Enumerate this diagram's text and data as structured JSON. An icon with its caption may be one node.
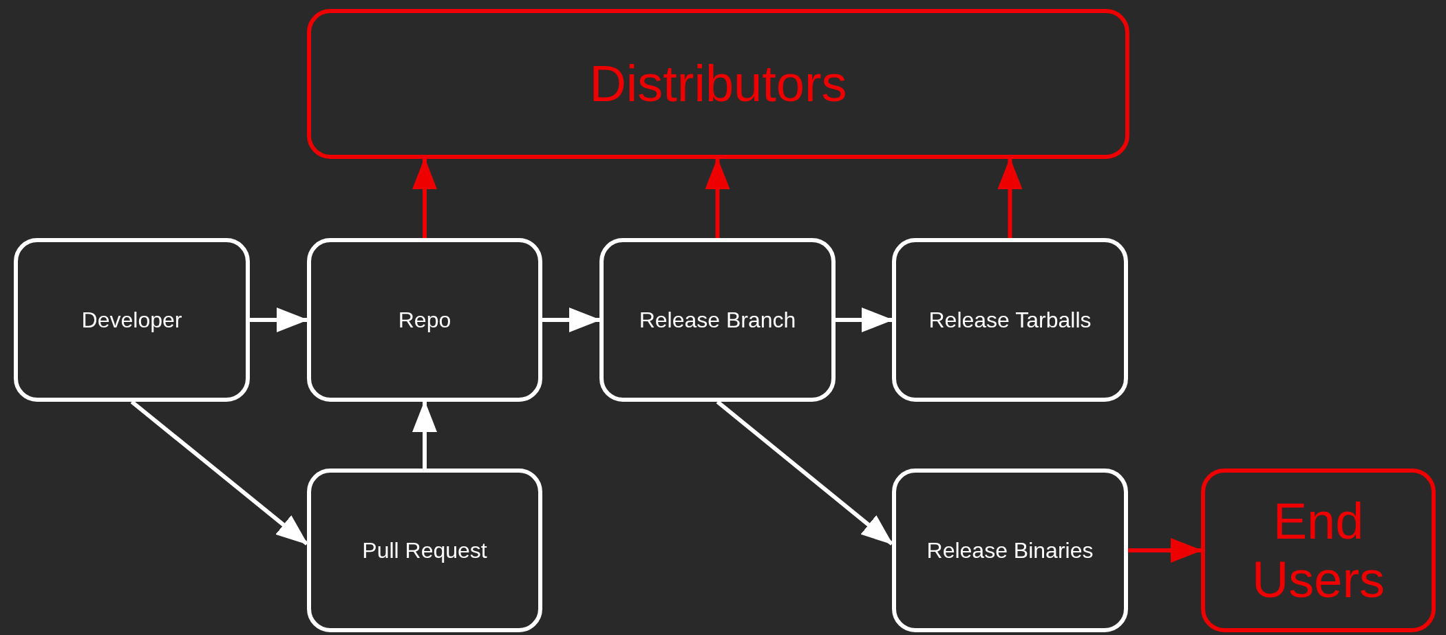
{
  "diagram": {
    "nodes": [
      {
        "text": [
          "Distributors"
        ]
      },
      {
        "text": [
          "Developer"
        ]
      },
      {
        "text": [
          "Repo"
        ]
      },
      {
        "text": [
          "Release Branch"
        ]
      },
      {
        "text": [
          "Release Tarballs"
        ]
      },
      {
        "text": [
          "Pull Request"
        ]
      },
      {
        "text": [
          "Release Binaries"
        ]
      },
      {
        "text": [
          "End Users"
        ]
      }
    ],
    "edges": [
      {
        "from": 1,
        "to": 2,
        "arrow": "to"
      },
      {
        "from": 1,
        "to": 5,
        "arrow": "to"
      },
      {
        "from": 5,
        "to": 2,
        "arrow": "to"
      },
      {
        "from": 2,
        "to": 3,
        "arrow": "to"
      },
      {
        "from": 3,
        "to": 4,
        "arrow": "to"
      },
      {
        "from": 3,
        "to": 6,
        "arrow": "to"
      },
      {
        "from": 2,
        "to": 0,
        "arrow": "to",
        "color": "#ee0000"
      },
      {
        "from": 3,
        "to": 0,
        "arrow": "to",
        "color": "#ee0000"
      },
      {
        "from": 4,
        "to": 0,
        "arrow": "to",
        "color": "#ee0000"
      },
      {
        "from": 6,
        "to": 7,
        "arrow": "to",
        "color": "#ee0000"
      }
    ]
  }
}
